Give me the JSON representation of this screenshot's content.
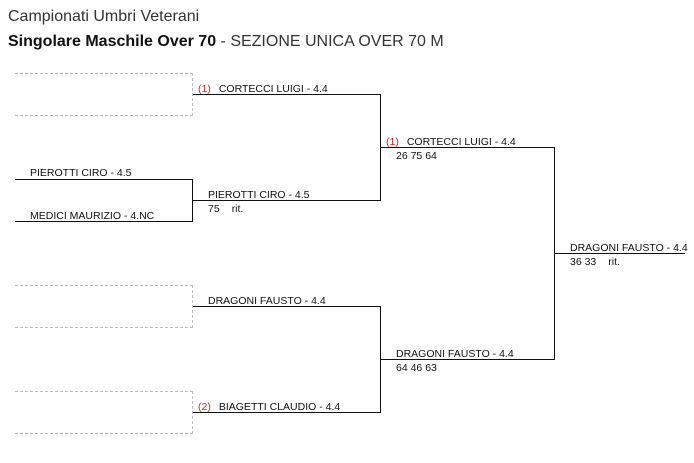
{
  "header": {
    "championship": "Campionati Umbri Veterani",
    "event": "Singolare Maschile Over 70",
    "section": " - SEZIONE UNICA OVER 70 M"
  },
  "round1": [
    {
      "player": "PIEROTTI CIRO - 4.5"
    },
    {
      "player": "MEDICI MAURIZIO - 4.NC"
    }
  ],
  "round2": [
    {
      "seed": "(1)",
      "player": "CORTECCI LUIGI - 4.4"
    },
    {
      "player": "PIEROTTI CIRO - 4.5",
      "score": "75",
      "note": "rit."
    },
    {
      "player": "DRAGONI FAUSTO - 4.4"
    },
    {
      "seed": "(2)",
      "player": "BIAGETTI CLAUDIO - 4.4"
    }
  ],
  "semifinals": [
    {
      "seed": "(1)",
      "player": "CORTECCI LUIGI - 4.4",
      "score": "26 75 64"
    },
    {
      "player": "DRAGONI FAUSTO - 4.4",
      "score": "64 46 63"
    }
  ],
  "final": {
    "player": "DRAGONI FAUSTO - 4.4",
    "score": "36 33",
    "note": "rit."
  }
}
